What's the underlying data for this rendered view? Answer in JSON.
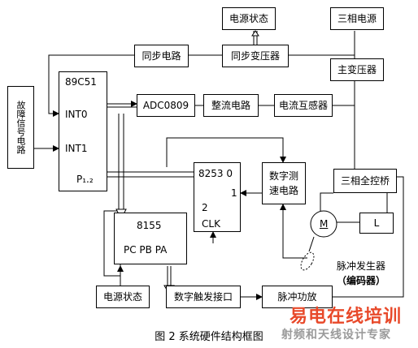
{
  "blocks": {
    "power_status_top": "电源状态",
    "three_phase_power": "三相电源",
    "sync_circuit": "同步电路",
    "sync_transformer": "同步变压器",
    "main_transformer": "主变压器",
    "adc": "ADC0809",
    "rectifier": "整流电路",
    "current_transformer": "电流互感器",
    "fault_signal": "故障信号电路",
    "mcu_title": "89C51",
    "mcu_int0": "INT0",
    "mcu_int1": "INT1",
    "mcu_p12": "P₁.₂",
    "timer_title": "8253  0",
    "timer_pin2": "2",
    "timer_clk": "CLK",
    "timer_pin1": "1",
    "speed_circuit_line1": "数字测",
    "speed_circuit_line2": "速电路",
    "bridge": "三相全控桥",
    "motor": "M",
    "load": "L",
    "pio_title": "8155",
    "pio_ports": "PC PB   PA",
    "power_status_bottom": "电源状态",
    "trigger_interface": "数字触发接口",
    "pulse_amp": "脉冲功放",
    "pulse_gen_line1": "脉冲发生器",
    "pulse_gen_line2": "（编码器）"
  },
  "caption": "图 2  系统硬件结构框图",
  "watermark": {
    "brand": "易电在线培训",
    "subtitle": "射频和天线设计专家"
  },
  "colors": {
    "watermark_red": "#e8492a",
    "watermark_gray": "#9a9a9a"
  }
}
